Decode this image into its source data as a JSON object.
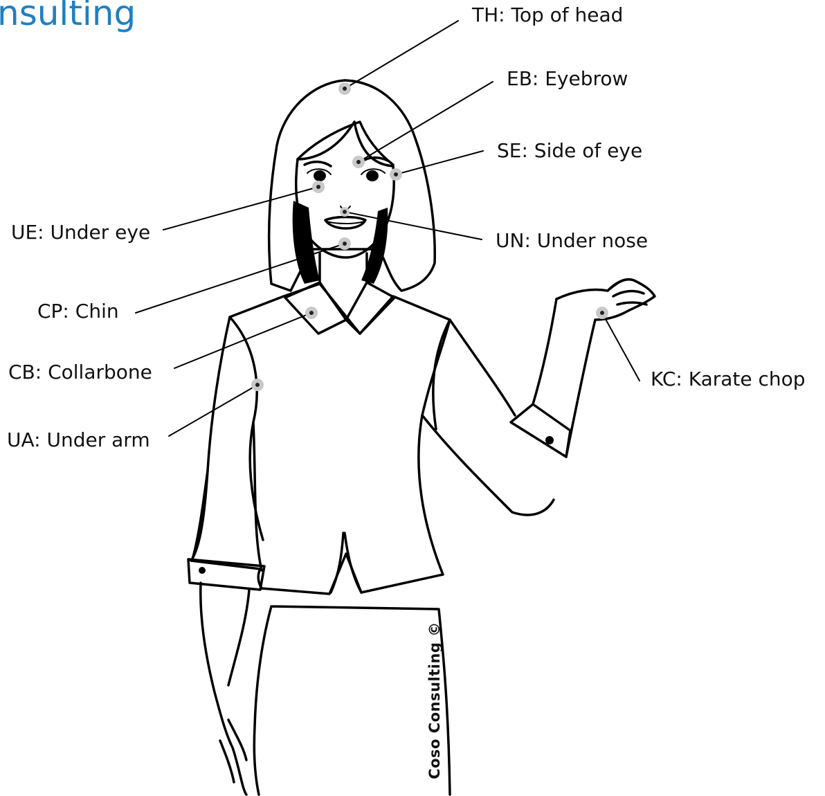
{
  "logo": {
    "text": "nsulting"
  },
  "points": [
    {
      "code": "TH",
      "label": "TH: Top of head"
    },
    {
      "code": "EB",
      "label": "EB: Eyebrow"
    },
    {
      "code": "SE",
      "label": "SE: Side of eye"
    },
    {
      "code": "UE",
      "label": "UE: Under eye"
    },
    {
      "code": "UN",
      "label": "UN: Under nose"
    },
    {
      "code": "CP",
      "label": "CP: Chin"
    },
    {
      "code": "CB",
      "label": "CB: Collarbone"
    },
    {
      "code": "UA",
      "label": "UA: Under arm"
    },
    {
      "code": "KC",
      "label": "KC: Karate chop"
    }
  ],
  "watermark": "Coso Consulting ©",
  "colors": {
    "brand": "#1f7fc4",
    "line": "#000000",
    "point_halo": "#c9c9c9"
  }
}
